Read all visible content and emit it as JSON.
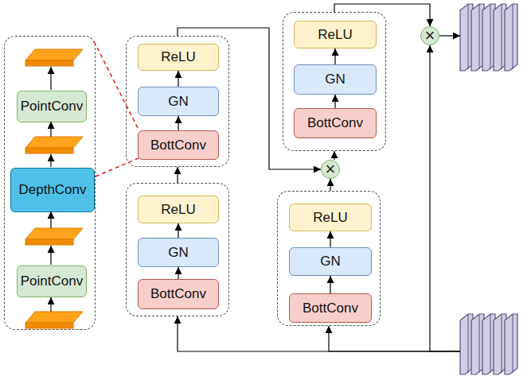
{
  "diagram": {
    "nodes": [
      {
        "text": []
      },
      {
        "text": [
          "PointConv"
        ],
        "in": 0
      },
      {
        "text": [
          "DepthConv"
        ],
        "in": 0
      },
      {
        "text": [
          "PointConv"
        ],
        "in": 0
      },
      {
        "text": []
      },
      {
        "text": [
          "ReLU"
        ],
        "in": 4
      },
      {
        "text": [
          "GN"
        ],
        "in": 4
      },
      {
        "text": [
          "BottConv"
        ],
        "in": 4
      },
      {
        "text": []
      },
      {
        "text": [
          "ReLU"
        ],
        "in": 8
      },
      {
        "text": [
          "GN"
        ],
        "in": 8
      },
      {
        "text": [
          "BottConv"
        ],
        "in": 8
      },
      {
        "text": []
      },
      {
        "text": [
          "ReLU"
        ],
        "in": 12
      },
      {
        "text": [
          "GN"
        ],
        "in": 12
      },
      {
        "text": [
          "BottConv"
        ],
        "in": 12
      },
      {
        "text": [
          "×"
        ]
      },
      {
        "text": []
      },
      {
        "text": [
          "ReLU"
        ],
        "in": 17
      },
      {
        "text": [
          "GN"
        ],
        "in": 17
      },
      {
        "text": [
          "BottConv"
        ],
        "in": 17
      },
      {
        "text": [
          "×"
        ]
      },
      {
        "text": []
      },
      {
        "text": []
      }
    ],
    "edges": [
      {
        "from": 7,
        "to": 6,
        "arrow": "to"
      },
      {
        "from": 6,
        "to": 5,
        "arrow": "to"
      },
      {
        "from": 11,
        "to": 10,
        "arrow": "to"
      },
      {
        "from": 10,
        "to": 9,
        "arrow": "to"
      },
      {
        "from": 15,
        "to": 14,
        "arrow": "to"
      },
      {
        "from": 14,
        "to": 13,
        "arrow": "to"
      },
      {
        "from": 20,
        "to": 19,
        "arrow": "to"
      },
      {
        "from": 19,
        "to": 18,
        "arrow": "to"
      },
      {
        "from": 23,
        "to": 8,
        "arrow": "to"
      },
      {
        "from": 23,
        "to": 17,
        "arrow": "to"
      },
      {
        "from": 23,
        "to": 21,
        "arrow": "to"
      },
      {
        "from": 8,
        "to": 4,
        "arrow": "to"
      },
      {
        "from": 4,
        "to": 16,
        "arrow": "to"
      },
      {
        "from": 17,
        "to": 16,
        "arrow": "to"
      },
      {
        "from": 16,
        "to": 12,
        "arrow": "to"
      },
      {
        "from": 12,
        "to": 21,
        "arrow": "to"
      },
      {
        "from": 21,
        "to": 22,
        "arrow": "to"
      }
    ]
  }
}
